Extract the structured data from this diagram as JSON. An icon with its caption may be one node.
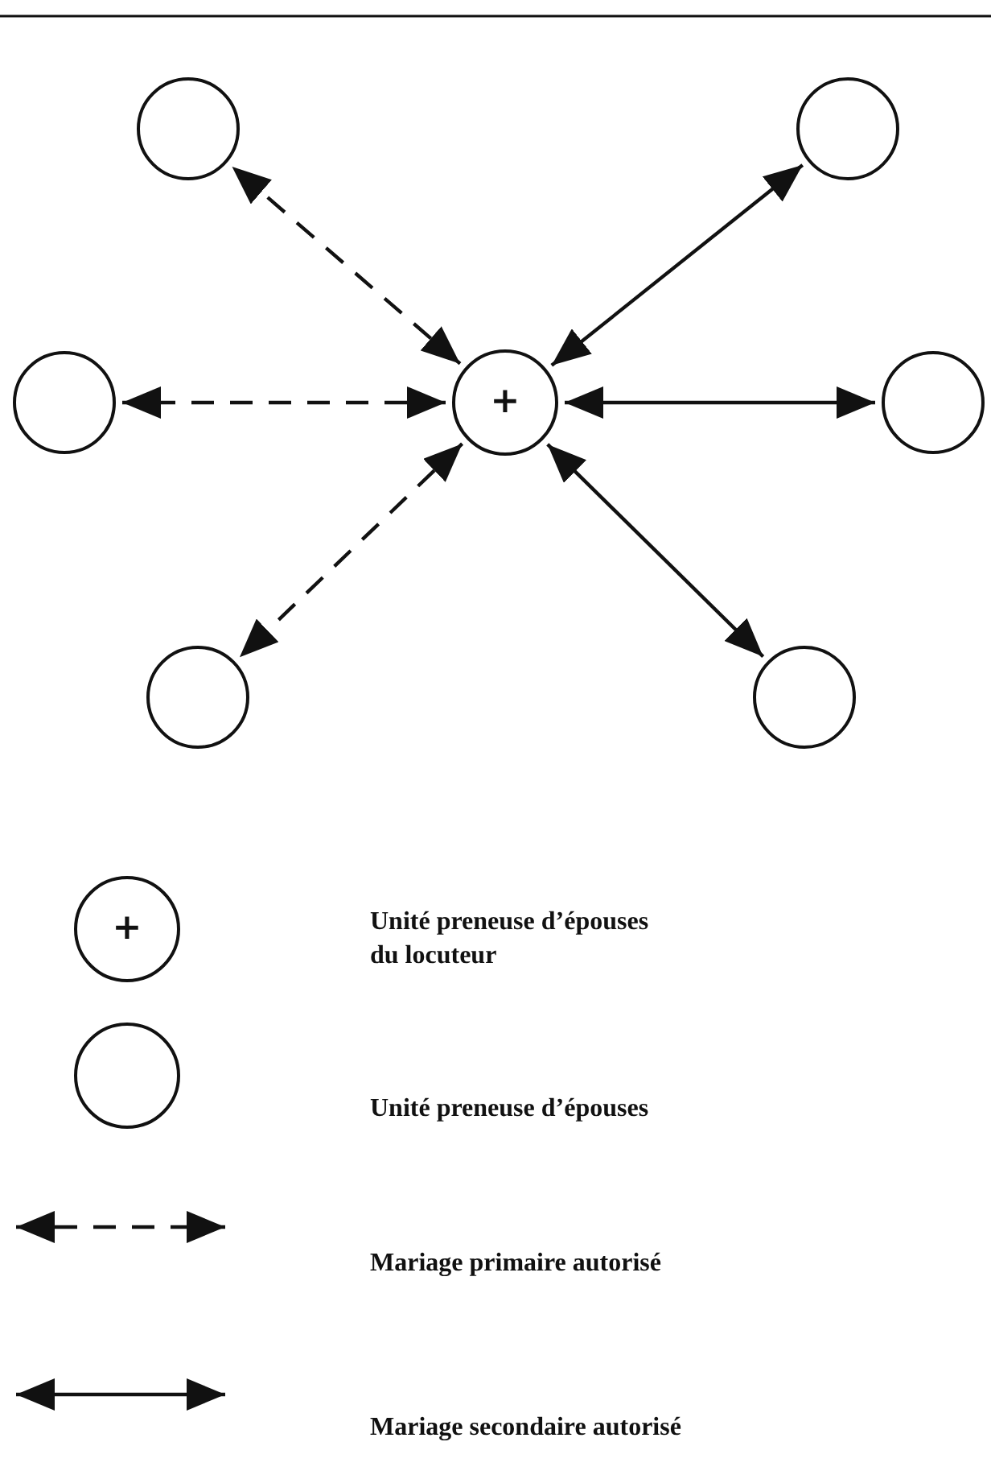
{
  "diagram": {
    "nodes": [
      {
        "text": [],
        "shape": "circle"
      },
      {
        "text": [],
        "shape": "circle"
      },
      {
        "text": [],
        "shape": "circle"
      },
      {
        "text": [
          "+"
        ]
      },
      {
        "text": [],
        "shape": "circle"
      },
      {
        "text": [],
        "shape": "circle"
      },
      {
        "text": [],
        "shape": "circle"
      }
    ],
    "edges": [
      {
        "from": 3,
        "to": 0,
        "arrow": "both",
        "style": "dashed"
      },
      {
        "from": 3,
        "to": 1,
        "arrow": "both"
      },
      {
        "from": 3,
        "to": 2,
        "arrow": "both",
        "style": "dashed"
      },
      {
        "from": 3,
        "to": 4,
        "arrow": "both"
      },
      {
        "from": 3,
        "to": 5,
        "arrow": "both",
        "style": "dashed"
      },
      {
        "from": 3,
        "to": 6,
        "arrow": "both"
      }
    ],
    "labels": [
      "+"
    ],
    "legend": [
      {
        "text": "Unité preneuse d’épouses du locuteur"
      },
      {
        "text": "Unité preneuse d’épouses"
      },
      {
        "text": "Mariage primaire autorisé"
      },
      {
        "text": "Mariage secondaire autorisé"
      }
    ]
  }
}
